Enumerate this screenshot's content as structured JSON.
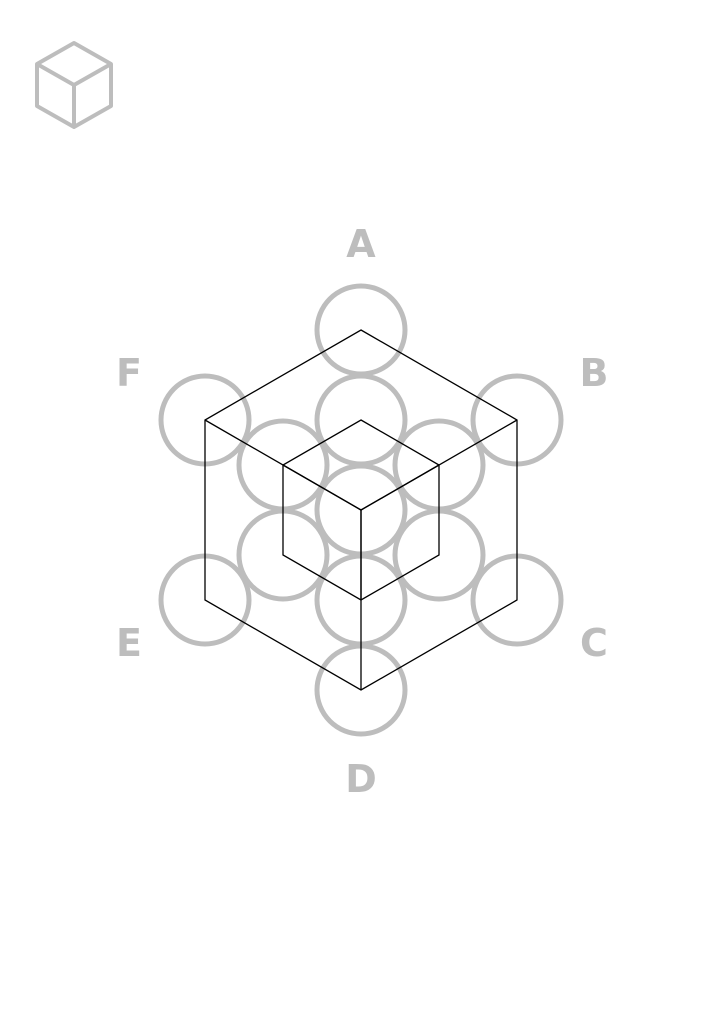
{
  "labels": {
    "a": "A",
    "b": "B",
    "c": "C",
    "d": "D",
    "e": "E",
    "f": "F"
  },
  "colors": {
    "circle_stroke": "#bdbdbd",
    "line_stroke": "#000000",
    "label_fill": "#bdbdbd",
    "icon_stroke": "#bdbdbd",
    "background": "#ffffff"
  },
  "icons": {
    "logo": "cube-outline-icon"
  }
}
